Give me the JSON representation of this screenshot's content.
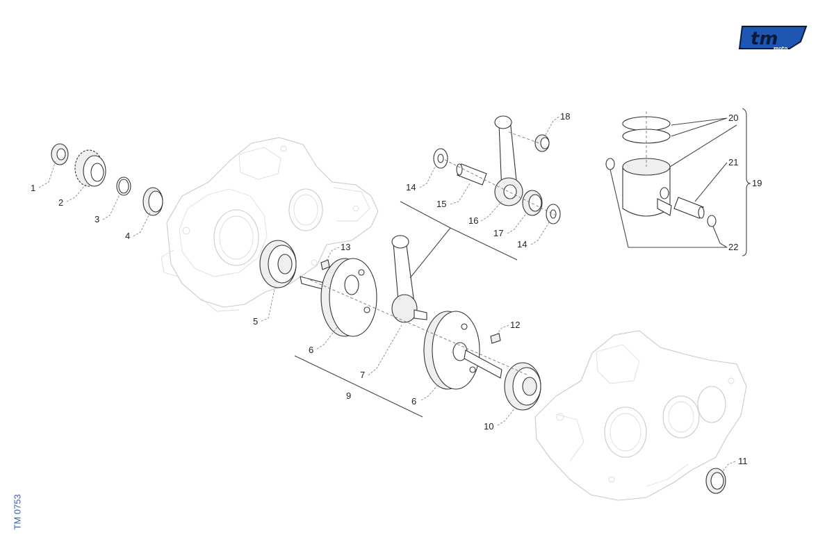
{
  "brand": {
    "logo_text": "tm",
    "logo_subtext": "moto",
    "colors": {
      "logo_fill": "#1e56b3",
      "logo_outline": "#0a1a3a"
    }
  },
  "document": {
    "code": "TM 0753"
  },
  "callouts": {
    "p1": "1",
    "p2": "2",
    "p3": "3",
    "p4": "4",
    "p5": "5",
    "p6a": "6",
    "p6b": "6",
    "p7": "7",
    "p9": "9",
    "p10": "10",
    "p11": "11",
    "p12": "12",
    "p13": "13",
    "p14a": "14",
    "p14b": "14",
    "p15": "15",
    "p16": "16",
    "p17": "17",
    "p18": "18",
    "p19": "19",
    "p20": "20",
    "p21": "21",
    "p22": "22"
  }
}
